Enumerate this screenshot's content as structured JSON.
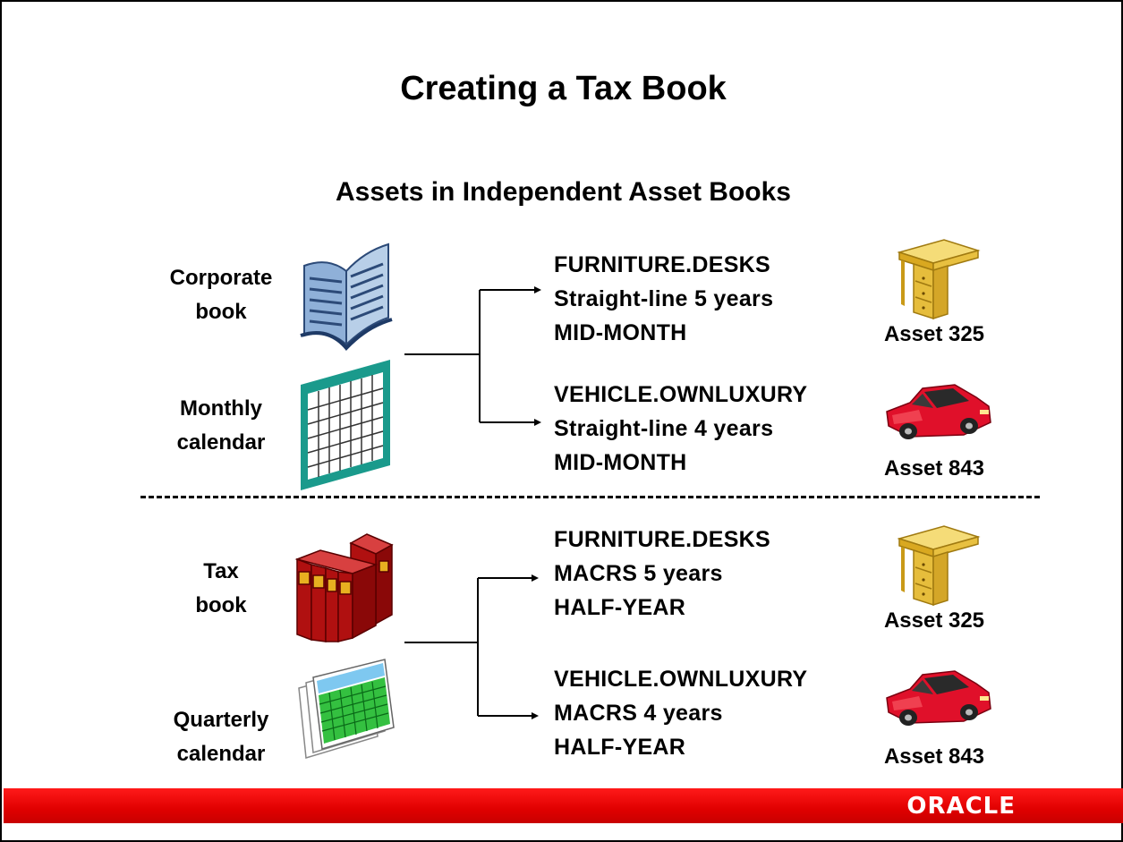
{
  "slide": {
    "title": "Creating a Tax Book",
    "subtitle": "Assets in Independent Asset Books"
  },
  "corporate_section": {
    "book_label": [
      "Corporate",
      "book"
    ],
    "calendar_label": [
      "Monthly",
      "calendar"
    ],
    "entries": [
      {
        "category": "FURNITURE.DESKS",
        "method": "Straight-line  5 years",
        "convention": "MID-MONTH",
        "asset": "Asset 325",
        "asset_icon": "desk-icon"
      },
      {
        "category": "VEHICLE.OWNLUXURY",
        "method": "Straight-line 4 years",
        "convention": "MID-MONTH",
        "asset": "Asset 843",
        "asset_icon": "car-icon"
      }
    ]
  },
  "tax_section": {
    "book_label": [
      "Tax",
      "book"
    ],
    "calendar_label": [
      "Quarterly",
      "calendar"
    ],
    "entries": [
      {
        "category": "FURNITURE.DESKS",
        "method": "MACRS 5 years",
        "convention": "HALF-YEAR",
        "asset": "Asset 325",
        "asset_icon": "desk-icon"
      },
      {
        "category": "VEHICLE.OWNLUXURY",
        "method": "MACRS  4 years",
        "convention": "HALF-YEAR",
        "asset": "Asset 843",
        "asset_icon": "car-icon"
      }
    ]
  },
  "footer": {
    "logo": "ORACLE",
    "bar_color": "#e8120c"
  },
  "colors": {
    "book_blue": "#5a7fb0",
    "calendar_teal": "#1a9a8c",
    "tax_book_red": "#b01010",
    "tax_book_gold": "#e8b020",
    "desk_yellow": "#f2d060",
    "car_red": "#e0102a"
  }
}
